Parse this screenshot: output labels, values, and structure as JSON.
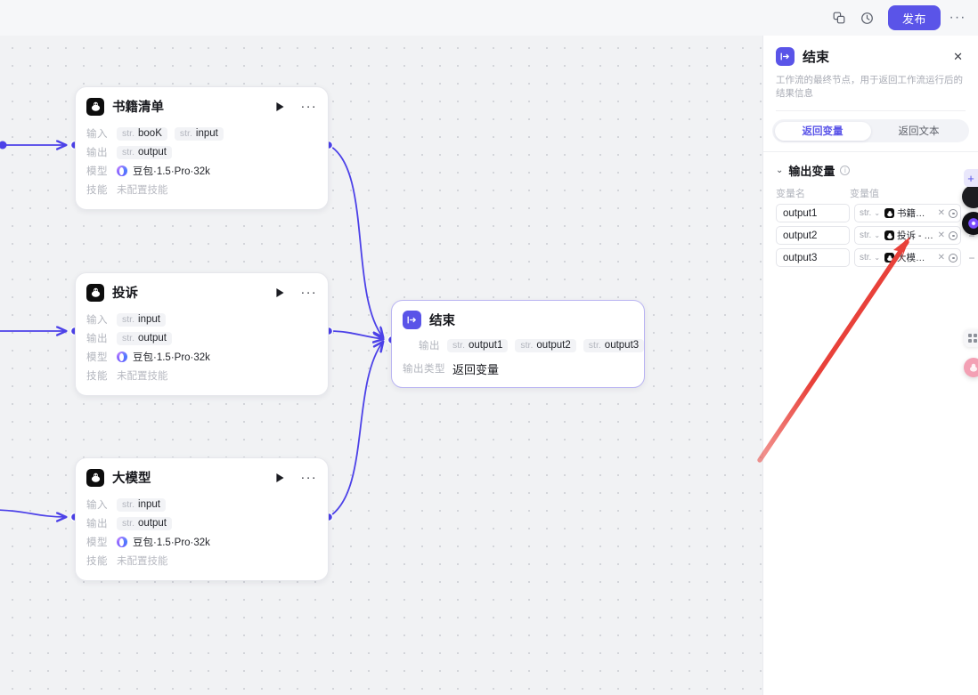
{
  "topbar": {
    "icons": [
      {
        "name": "duplicate-icon",
        "glyph": "duplicate"
      },
      {
        "name": "history-icon",
        "glyph": "clock"
      }
    ],
    "publish_label": "发布",
    "more_label": "···"
  },
  "canvas": {
    "nodes": [
      {
        "id": "book-list",
        "title": "书籍清单",
        "avatar": "bot-avatar-icon",
        "rows": [
          {
            "label": "输入",
            "chips": [
              {
                "type": "str.",
                "name": "booK"
              },
              {
                "type": "str.",
                "name": "input"
              }
            ]
          },
          {
            "label": "输出",
            "chips": [
              {
                "type": "str.",
                "name": "output"
              }
            ]
          }
        ],
        "model_label": "模型",
        "model_value": "豆包·1.5·Pro·32k",
        "skill_label": "技能",
        "skill_value": "未配置技能"
      },
      {
        "id": "complaint",
        "title": "投诉",
        "avatar": "bot-avatar-icon",
        "rows": [
          {
            "label": "输入",
            "chips": [
              {
                "type": "str.",
                "name": "input"
              }
            ]
          },
          {
            "label": "输出",
            "chips": [
              {
                "type": "str.",
                "name": "output"
              }
            ]
          }
        ],
        "model_label": "模型",
        "model_value": "豆包·1.5·Pro·32k",
        "skill_label": "技能",
        "skill_value": "未配置技能"
      },
      {
        "id": "large-model",
        "title": "大模型",
        "avatar": "bot-avatar-icon",
        "rows": [
          {
            "label": "输入",
            "chips": [
              {
                "type": "str.",
                "name": "input"
              }
            ]
          },
          {
            "label": "输出",
            "chips": [
              {
                "type": "str.",
                "name": "output"
              }
            ]
          }
        ],
        "model_label": "模型",
        "model_value": "豆包·1.5·Pro·32k",
        "skill_label": "技能",
        "skill_value": "未配置技能"
      }
    ],
    "end_node": {
      "title": "结束",
      "avatar": "end-node-icon",
      "output_label": "输出",
      "output_chips": [
        {
          "type": "str.",
          "name": "output1"
        },
        {
          "type": "str.",
          "name": "output2"
        },
        {
          "type": "str.",
          "name": "output3"
        }
      ],
      "output_type_label": "输出类型",
      "output_type_value": "返回变量"
    },
    "edge_color": "#4c41e8"
  },
  "panel": {
    "title": "结束",
    "description": "工作流的最终节点，用于返回工作流运行后的结果信息",
    "close_label": "✕",
    "tabs": [
      {
        "label": "返回变量",
        "active": true
      },
      {
        "label": "返回文本",
        "active": false
      }
    ],
    "section": {
      "title": "输出变量",
      "chevron": "⌄",
      "info": "i",
      "add_label": "+",
      "columns": {
        "name": "变量名",
        "value": "变量值"
      },
      "rows": [
        {
          "name": "output1",
          "type": "str.",
          "value": "书籍清单 - o...",
          "remove": "−",
          "show_remove": false
        },
        {
          "name": "output2",
          "type": "str.",
          "value": "投诉 - output",
          "remove": "−",
          "show_remove": true
        },
        {
          "name": "output3",
          "type": "str.",
          "value": "大模型 - out...",
          "remove": "−",
          "show_remove": true
        }
      ]
    }
  },
  "colors": {
    "accent": "#5a54e8",
    "edge": "#4c41e8",
    "annotation": "#e8413a",
    "canvas_bg": "#f1f2f4"
  }
}
